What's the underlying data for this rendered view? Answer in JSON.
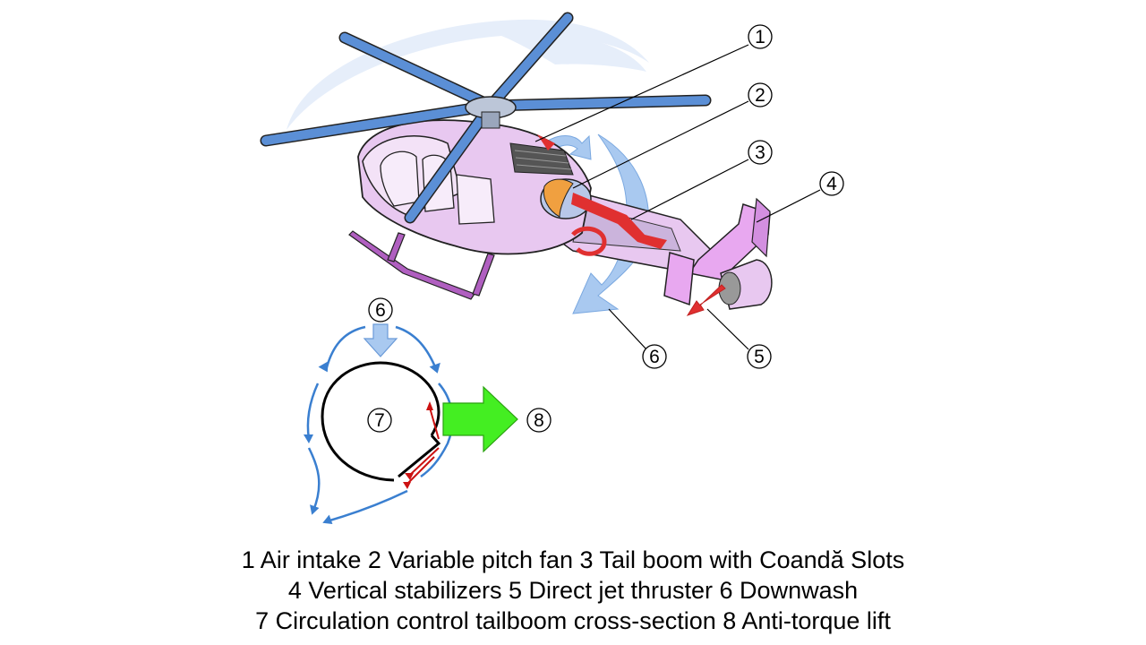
{
  "callouts": {
    "c1": "1",
    "c2": "2",
    "c3": "3",
    "c4": "4",
    "c5": "5",
    "c6": "6",
    "c6b": "6",
    "c7": "7",
    "c8": "8"
  },
  "caption": {
    "line1": "1 Air intake 2 Variable pitch fan 3 Tail boom with Coandă Slots",
    "line2": "4 Vertical stabilizers 5 Direct jet thruster 6 Downwash",
    "line3": "7 Circulation control tailboom cross-section 8 Anti-torque lift"
  },
  "colors": {
    "fuselage": "#e8c8f0",
    "rotor_blade": "#5b8fd6",
    "downwash": "#a9c9f0",
    "jet": "#e03030",
    "lift_arrow": "#44ee22",
    "skid": "#b05fc0"
  }
}
